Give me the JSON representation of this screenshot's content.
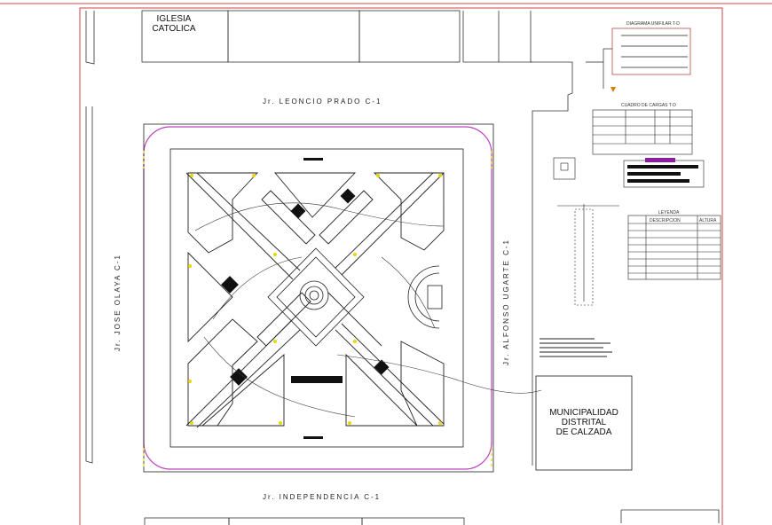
{
  "streets": {
    "north": "Jr. LEONCIO PRADO C-1",
    "south": "Jr. INDEPENDENCIA C-1",
    "west": "Jr. JOSE OLAYA C-1",
    "east": "Jr. ALFONSO UGARTE C-1"
  },
  "buildings": {
    "church_line1": "IGLESIA",
    "church_line2": "CATOLICA",
    "municipality_line1": "MUNICIPALIDAD",
    "municipality_line2": "DISTRITAL",
    "municipality_line3": "DE CALZADA"
  },
  "panels": {
    "unifilar_title": "DIAGRAMA UNIFILAR T-D",
    "loads_title": "CUADRO DE CARGAS T-D",
    "legend_title": "LEYENDA",
    "legend_col_desc": "DESCRIPCION",
    "legend_col_height": "ALTURA"
  },
  "colors": {
    "background": "#ffffff",
    "border": "#d04040",
    "plaza_outline": "#c040c0",
    "lines": "#222222",
    "accent_yellow": "#e8d800",
    "accent_purple": "#8a1fa0"
  }
}
